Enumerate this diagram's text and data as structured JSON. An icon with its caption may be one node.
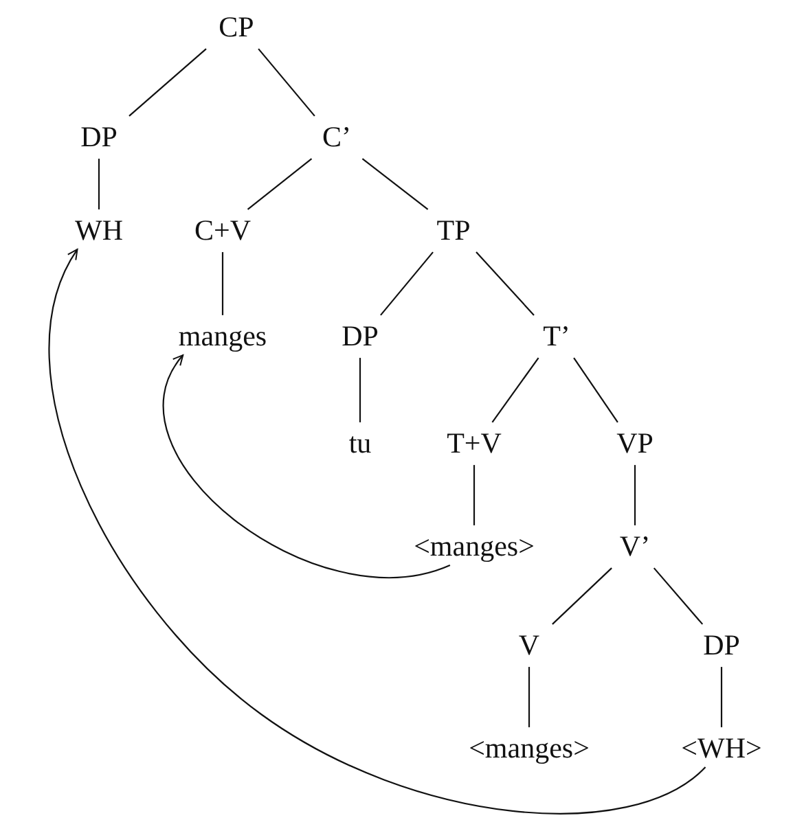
{
  "diagram": {
    "nodes": [
      {
        "text": [
          "CP"
        ]
      },
      {
        "text": [
          "DP"
        ]
      },
      {
        "text": [
          "C’"
        ]
      },
      {
        "text": [
          "WH"
        ]
      },
      {
        "text": [
          "C+V"
        ]
      },
      {
        "text": [
          "TP"
        ]
      },
      {
        "text": [
          "manges"
        ]
      },
      {
        "text": [
          "DP"
        ]
      },
      {
        "text": [
          "T’"
        ]
      },
      {
        "text": [
          "tu"
        ]
      },
      {
        "text": [
          "T+V"
        ]
      },
      {
        "text": [
          "VP"
        ]
      },
      {
        "text": [
          "<manges>"
        ]
      },
      {
        "text": [
          "V’"
        ]
      },
      {
        "text": [
          "V"
        ]
      },
      {
        "text": [
          "DP"
        ]
      },
      {
        "text": [
          "<manges>"
        ]
      },
      {
        "text": [
          "<WH>"
        ]
      }
    ],
    "edges": [
      {
        "from": 0,
        "to": 1,
        "arrow": "none"
      },
      {
        "from": 0,
        "to": 2,
        "arrow": "none"
      },
      {
        "from": 1,
        "to": 3,
        "arrow": "none"
      },
      {
        "from": 2,
        "to": 4,
        "arrow": "none"
      },
      {
        "from": 2,
        "to": 5,
        "arrow": "none"
      },
      {
        "from": 4,
        "to": 6,
        "arrow": "none"
      },
      {
        "from": 5,
        "to": 7,
        "arrow": "none"
      },
      {
        "from": 5,
        "to": 8,
        "arrow": "none"
      },
      {
        "from": 7,
        "to": 9,
        "arrow": "none"
      },
      {
        "from": 8,
        "to": 10,
        "arrow": "none"
      },
      {
        "from": 8,
        "to": 11,
        "arrow": "none"
      },
      {
        "from": 10,
        "to": 12,
        "arrow": "none"
      },
      {
        "from": 11,
        "to": 13,
        "arrow": "none"
      },
      {
        "from": 13,
        "to": 14,
        "arrow": "none"
      },
      {
        "from": 13,
        "to": 15,
        "arrow": "none"
      },
      {
        "from": 14,
        "to": 16,
        "arrow": "none"
      },
      {
        "from": 15,
        "to": 17,
        "arrow": "none"
      },
      {
        "from": 12,
        "to": 6,
        "arrow": "to"
      },
      {
        "from": 17,
        "to": 3,
        "arrow": "to"
      }
    ]
  }
}
